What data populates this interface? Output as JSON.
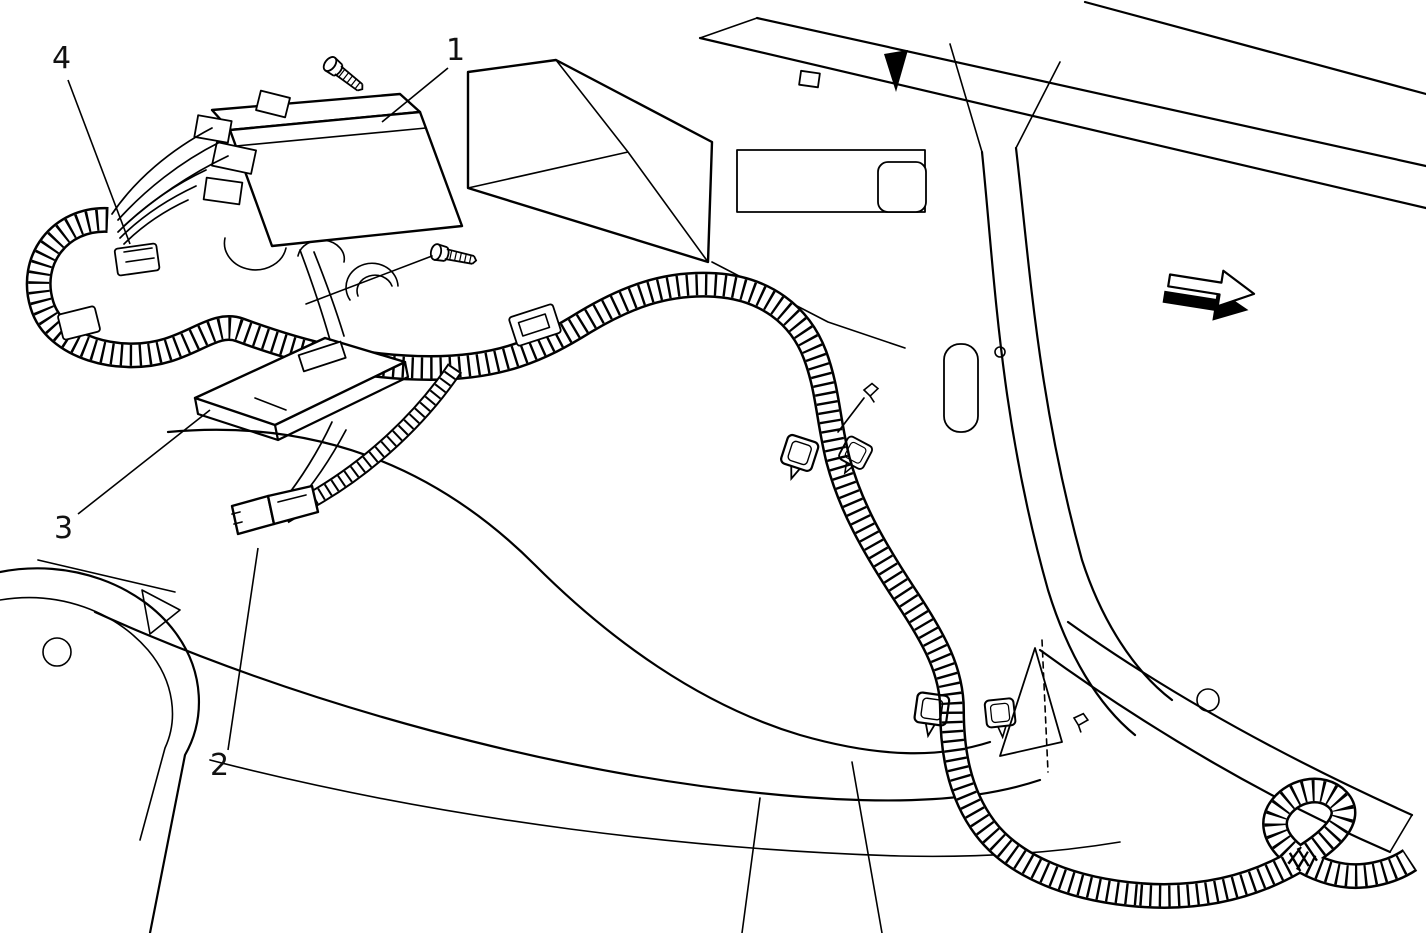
{
  "figure": {
    "background_color": "#ffffff",
    "line_color": "#000000",
    "callouts": [
      {
        "id": "callout-1",
        "label": "1"
      },
      {
        "id": "callout-2",
        "label": "2"
      },
      {
        "id": "callout-3",
        "label": "3"
      },
      {
        "id": "callout-4",
        "label": "4"
      }
    ],
    "icons": [
      {
        "name": "direction-arrow-icon"
      }
    ]
  }
}
